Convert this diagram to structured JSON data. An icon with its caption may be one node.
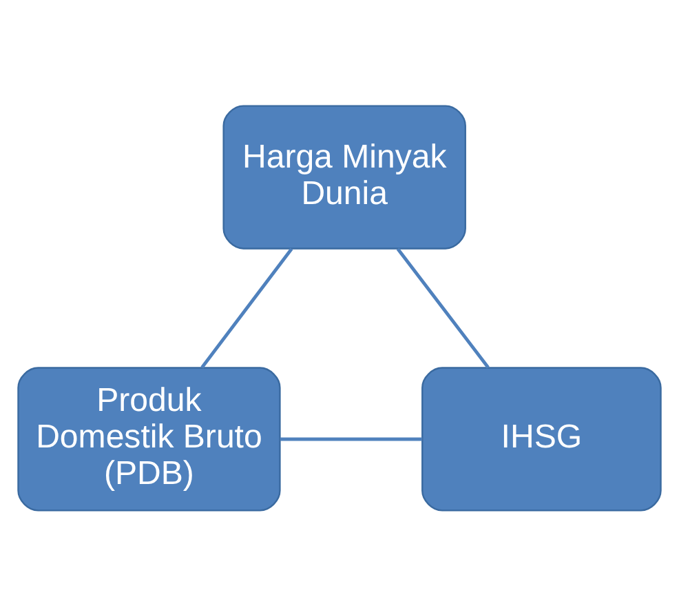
{
  "diagram": {
    "nodes": [
      {
        "text": [
          "Harga Minyak Dunia"
        ]
      },
      {
        "text": [
          "IHSG"
        ]
      },
      {
        "text": [
          "Produk Domestik Bruto (PDB)"
        ]
      }
    ],
    "edges": [
      {
        "from": 0,
        "to": 2,
        "arrow": "none"
      },
      {
        "from": 2,
        "to": 1,
        "arrow": "none"
      },
      {
        "from": 1,
        "to": 0,
        "arrow": "none"
      }
    ]
  }
}
